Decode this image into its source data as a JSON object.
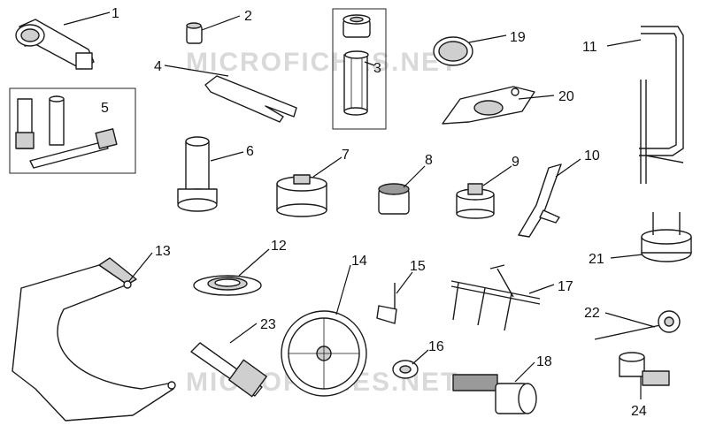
{
  "watermark": {
    "text": "MICROFICHES.NET",
    "color": "#d9d9d9"
  },
  "callouts": [
    {
      "id": "c1",
      "label": "1"
    },
    {
      "id": "c2",
      "label": "2"
    },
    {
      "id": "c3",
      "label": "3"
    },
    {
      "id": "c4",
      "label": "4"
    },
    {
      "id": "c5",
      "label": "5"
    },
    {
      "id": "c6",
      "label": "6"
    },
    {
      "id": "c7",
      "label": "7"
    },
    {
      "id": "c8",
      "label": "8"
    },
    {
      "id": "c9",
      "label": "9"
    },
    {
      "id": "c10",
      "label": "10"
    },
    {
      "id": "c11",
      "label": "11"
    },
    {
      "id": "c12",
      "label": "12"
    },
    {
      "id": "c13",
      "label": "13"
    },
    {
      "id": "c14",
      "label": "14"
    },
    {
      "id": "c15",
      "label": "15"
    },
    {
      "id": "c16",
      "label": "16"
    },
    {
      "id": "c17",
      "label": "17"
    },
    {
      "id": "c18",
      "label": "18"
    },
    {
      "id": "c19",
      "label": "19"
    },
    {
      "id": "c20",
      "label": "20"
    },
    {
      "id": "c21",
      "label": "21"
    },
    {
      "id": "c22",
      "label": "22"
    },
    {
      "id": "c23",
      "label": "23"
    },
    {
      "id": "c24",
      "label": "24"
    }
  ]
}
